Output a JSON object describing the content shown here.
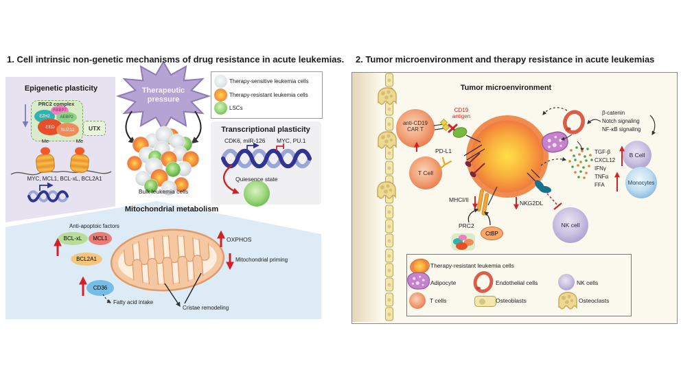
{
  "panel1": {
    "title": "1. Cell intrinsic non-genetic mechanisms of drug resistance in acute leukemias.",
    "epigenetic": {
      "title": "Epigenetic plasticity",
      "complex": "PRC2 complex",
      "subunits": [
        "EZH2",
        "RBBP7",
        "AEBP2",
        "EED",
        "SUZ12"
      ],
      "utx": "UTX",
      "me": "Me",
      "genes": "MYC, MCL1, BCL-xL, BCL2A1"
    },
    "pressure": {
      "line1": "Therapeutic",
      "line2": "pressure",
      "bulk": "Bulk leukemia cells"
    },
    "legend": [
      "Therapy-sensitive leukemia cells",
      "Therapy-resistant leukemia cells",
      "LSCs"
    ],
    "transcriptional": {
      "title": "Transcriptional plasticity",
      "activated": "CDK6, miR-126",
      "repressed": "MYC, PU.1",
      "quiescence": "Quiesence state"
    },
    "mitochondrial": {
      "title": "Mitochondrial metabolism",
      "anti_apoptotic": "Anti-apoptoic factors",
      "factors": [
        "BCL-xL",
        "MCL1",
        "BCL2A1",
        "CD36"
      ],
      "fatty_acid": "Fatty acid intake",
      "oxphos": "OXPHOS",
      "priming": "Mitochondrial priming",
      "cristae": "Cristae remodeling"
    }
  },
  "panel2": {
    "title": "2. Tumor microenvironment and therapy resistance in acute leukemias",
    "tme_title": "Tumor microenvironment",
    "car_t": {
      "line1": "anti-CD19",
      "line2": "CAR T"
    },
    "cd19": {
      "line1": "CD19",
      "line2": "antigen"
    },
    "pdl1": "PD-L1",
    "t_cell": "T Cell",
    "mhc": "MHCI/II",
    "prc2": "PRC2",
    "ctbp": "CtBP",
    "nkg2dl": "NKG2DL",
    "nk_cell": "NK cell",
    "signaling": [
      "β-catenin",
      "Notch signaling",
      "NF-κB signaling"
    ],
    "cytokines": [
      "TGF-β",
      "CXCL12",
      "IFNγ",
      "TNFα",
      "FFA"
    ],
    "b_cell": "B Cell",
    "monocytes": "Monocytes",
    "legend": {
      "resistant": "Therapy-resistant leukemia cells",
      "adipocyte": "Adipocyte",
      "endothelial": "Endothelial cells",
      "nk": "NK cells",
      "t_cells": "T cells",
      "osteoblasts": "Osteoblasts",
      "osteoclasts": "Osteoclasts"
    }
  },
  "colors": {
    "inhibition_red": "#d42027",
    "star_purple": "#b5a3d4",
    "dna_blue": "#2f3590",
    "panel_lavender": "#e6e2f0",
    "panel_blue": "#dcebf5",
    "tme_beige": "#fbf8ee"
  }
}
